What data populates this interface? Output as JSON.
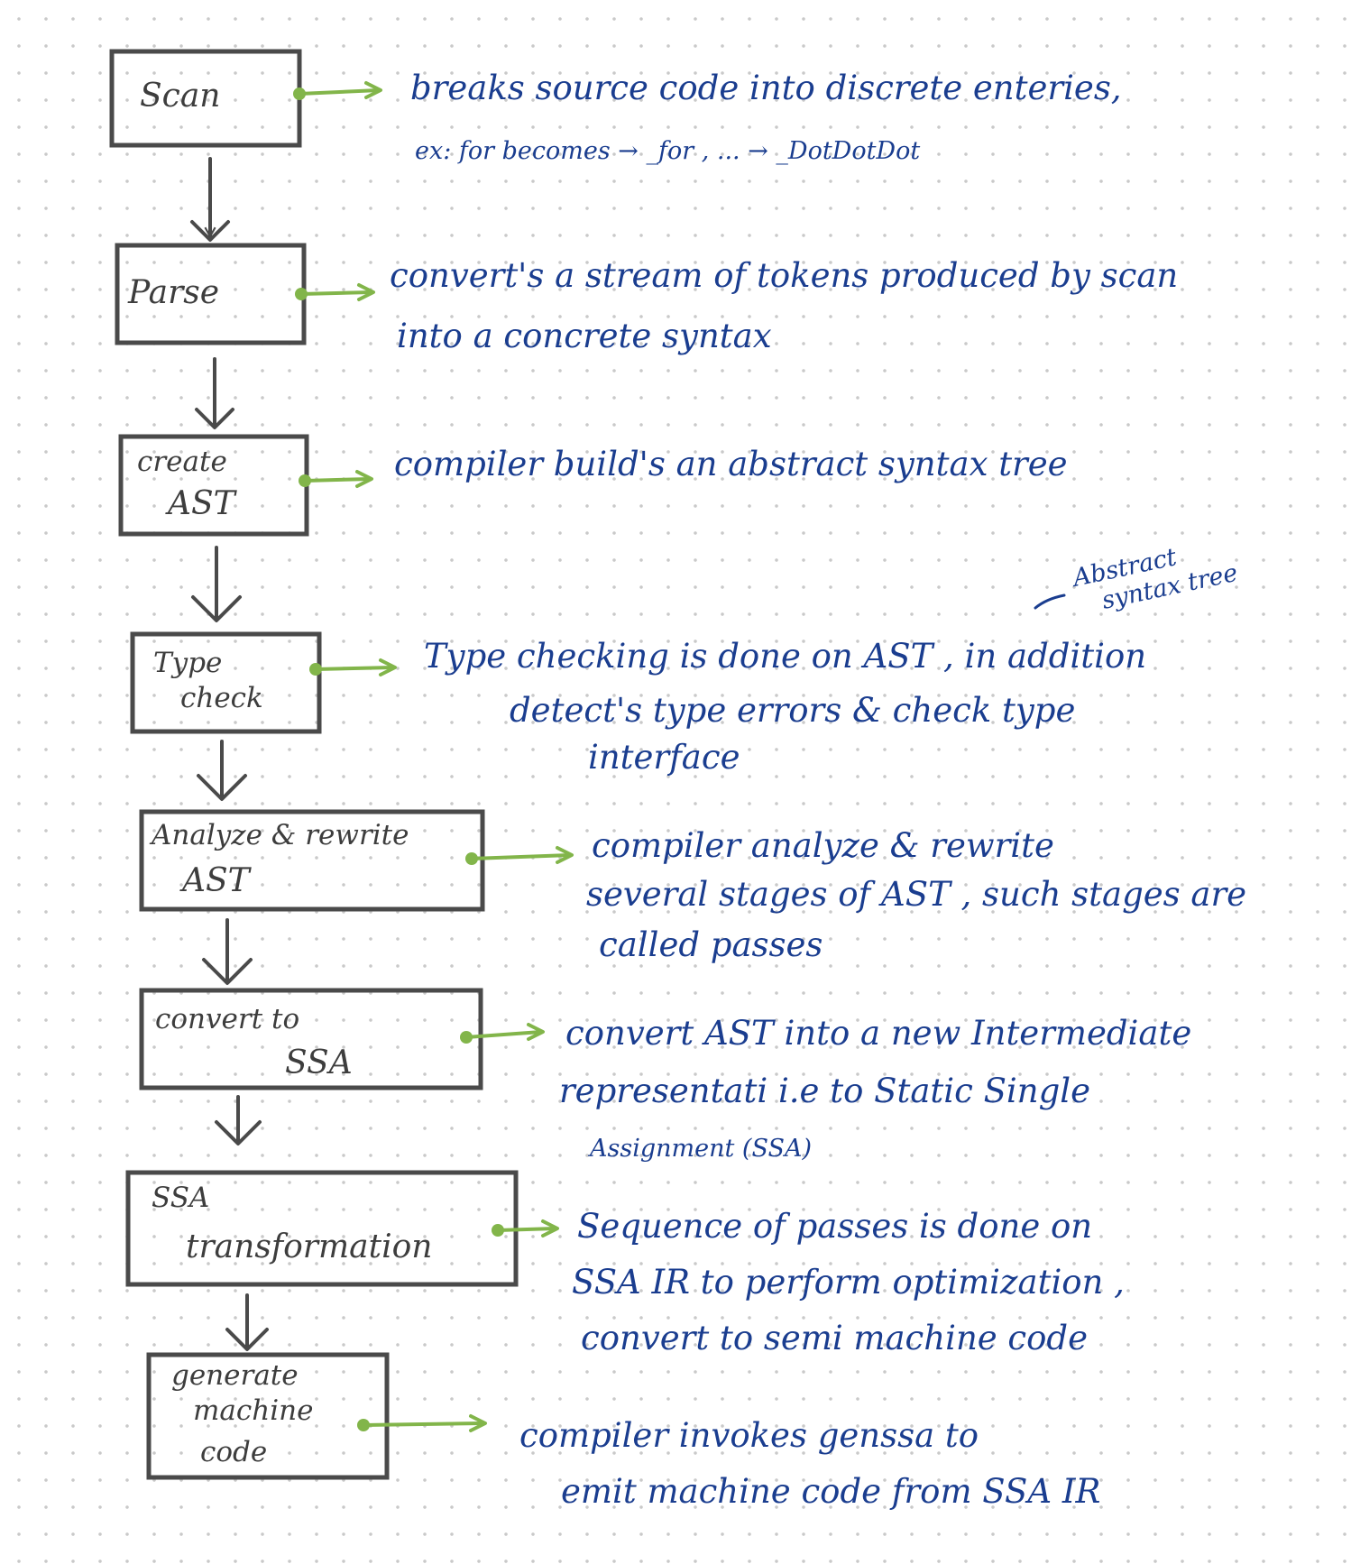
{
  "steps": [
    {
      "label": [
        "Scan"
      ]
    },
    {
      "label": [
        "Parse"
      ]
    },
    {
      "label": [
        "create",
        "AST"
      ]
    },
    {
      "label": [
        "Type",
        "check"
      ]
    },
    {
      "label": [
        "Analyze & rewrite",
        "AST"
      ]
    },
    {
      "label": [
        "convert  to",
        "SSA"
      ]
    },
    {
      "label": [
        "SSA",
        "transformation"
      ]
    },
    {
      "label": [
        "generate",
        "machine",
        "code"
      ]
    }
  ],
  "notes": [
    {
      "lines": [
        "breaks source code into discrete enteries,",
        "ex: for becomes → _for , ... → _DotDotDot"
      ]
    },
    {
      "lines": [
        "convert's a stream of tokens produced by scan",
        "into   a  concrete  syntax"
      ]
    },
    {
      "lines": [
        "compiler build's an abstract syntax tree"
      ]
    },
    {
      "lines": [
        "Type  checking is done on AST , in addition",
        "detect's   type errors & check type",
        "interface"
      ]
    },
    {
      "lines": [
        "compiler analyze & rewrite",
        "several stages of AST , such stages are",
        "called passes"
      ]
    },
    {
      "lines": [
        "convert AST  into a new Intermediate",
        "representati i.e to Static Single",
        "Assignment (SSA)"
      ]
    },
    {
      "lines": [
        "Sequence of passes is done on",
        "SSA  IR  to  perform optimization ,",
        "convert  to  semi machine code"
      ]
    },
    {
      "lines": [
        "compiler  invokes  genssa  to",
        "emit machine code from  SSA  IR"
      ]
    }
  ],
  "annotation": {
    "lines": [
      "Abstract",
      "syntax tree"
    ]
  },
  "colors": {
    "box": "#4a4a4a",
    "connector": "#82b54a",
    "note_ink": "#1a3d8f"
  }
}
